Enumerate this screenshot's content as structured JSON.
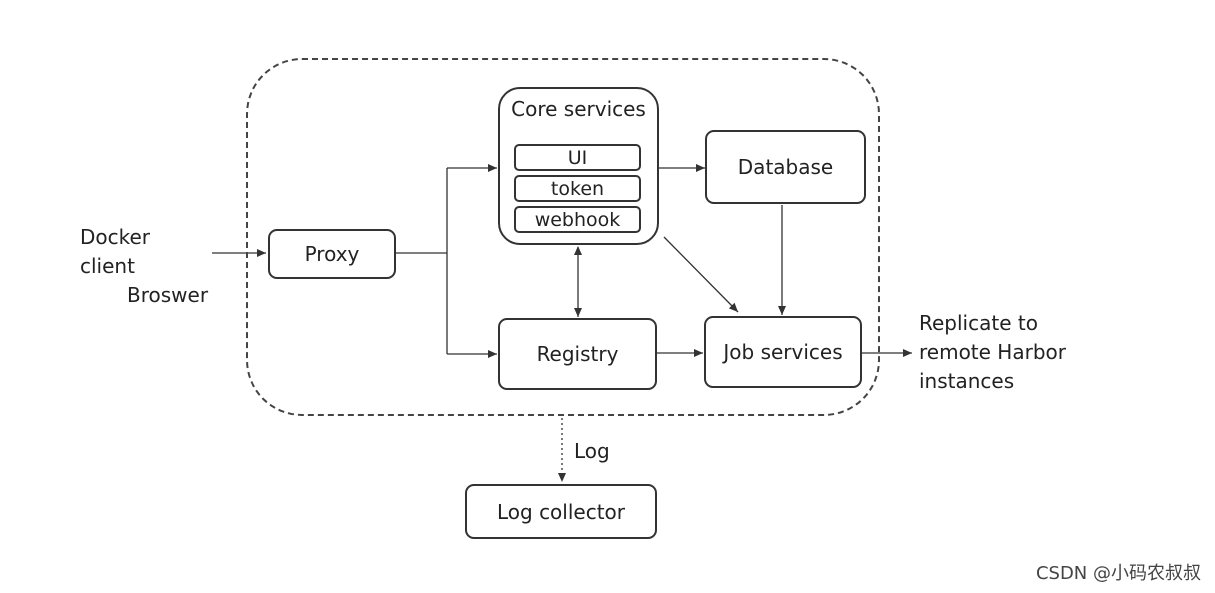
{
  "diagram": {
    "external_input": {
      "line1": "Docker client",
      "line2": "Broswer"
    },
    "proxy": "Proxy",
    "core_services": {
      "title": "Core services",
      "components": [
        "UI",
        "token",
        "webhook"
      ]
    },
    "database": "Database",
    "registry": "Registry",
    "job_services": "Job services",
    "replicate": {
      "line1": "Replicate to",
      "line2": "remote Harbor",
      "line3": "instances"
    },
    "log_label": "Log",
    "log_collector": "Log collector"
  },
  "watermark": "CSDN @小码农叔叔"
}
